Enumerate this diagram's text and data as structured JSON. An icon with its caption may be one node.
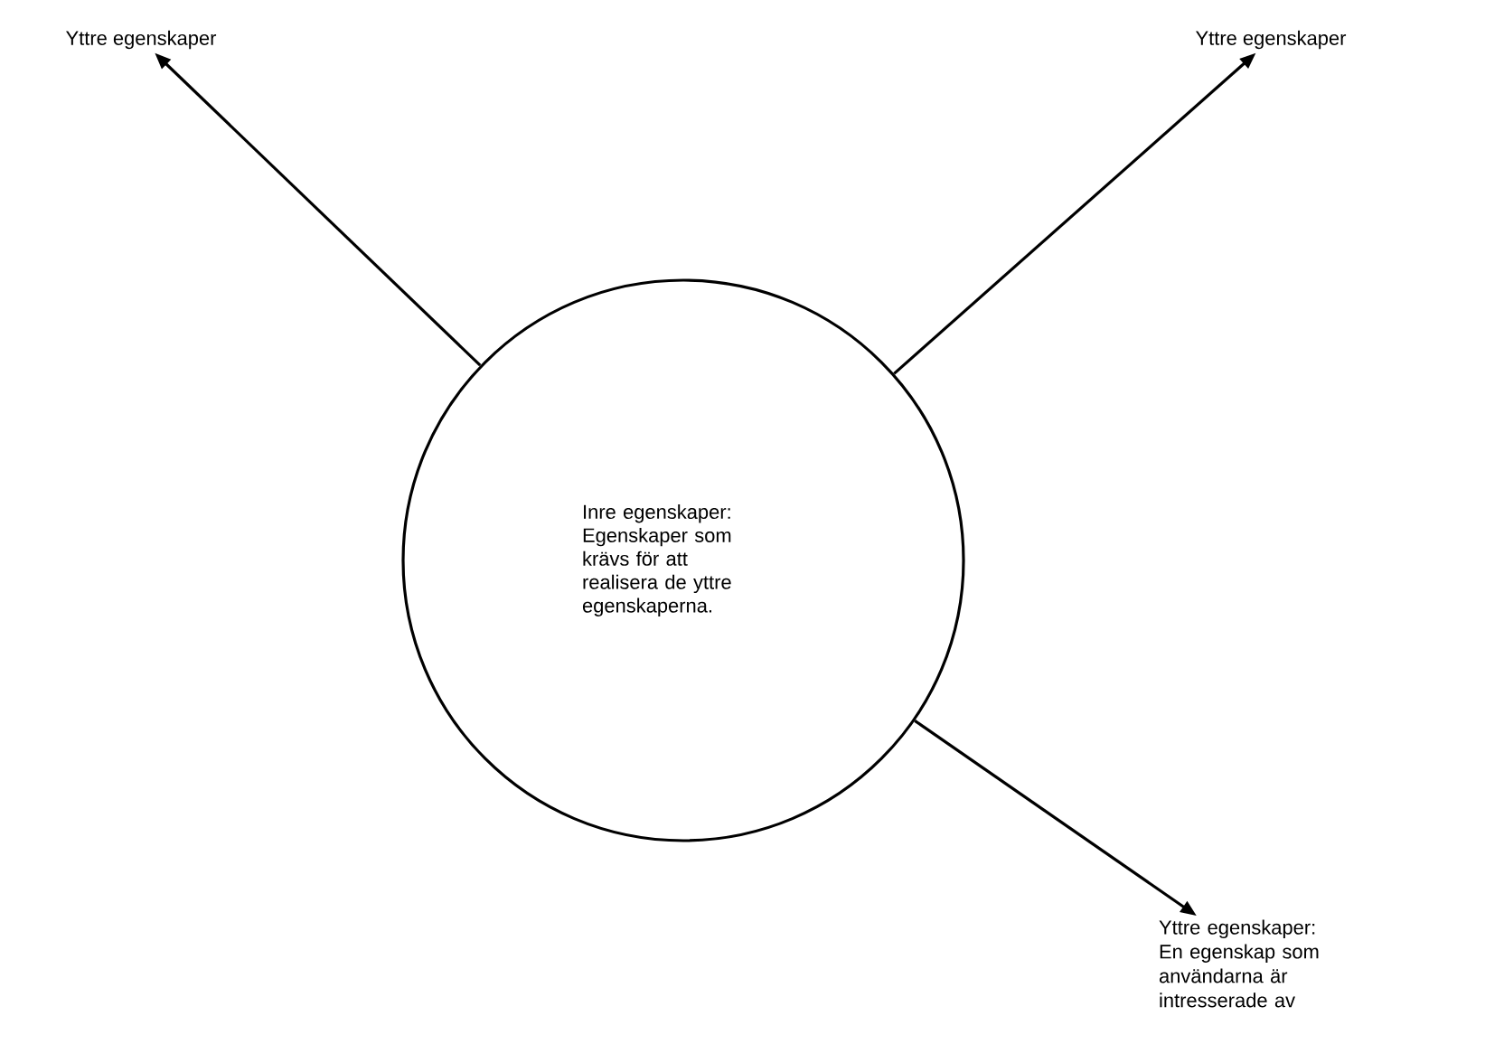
{
  "diagram": {
    "nodes": [
      {
        "text": [
          "Inre egenskaper:",
          "Egenskaper som krävs för att realisera de yttre egenskaperna."
        ]
      },
      {
        "text": [
          "Yttre egenskaper"
        ]
      },
      {
        "text": [
          "Yttre egenskaper"
        ]
      },
      {
        "text": [
          "Yttre egenskaper:",
          "En egenskap som användarna är intresserade av"
        ]
      }
    ],
    "edges": [
      {
        "from": 0,
        "to": 1,
        "arrow": "to"
      },
      {
        "from": 0,
        "to": 2,
        "arrow": "to"
      },
      {
        "from": 0,
        "to": 3,
        "arrow": "to"
      }
    ]
  }
}
